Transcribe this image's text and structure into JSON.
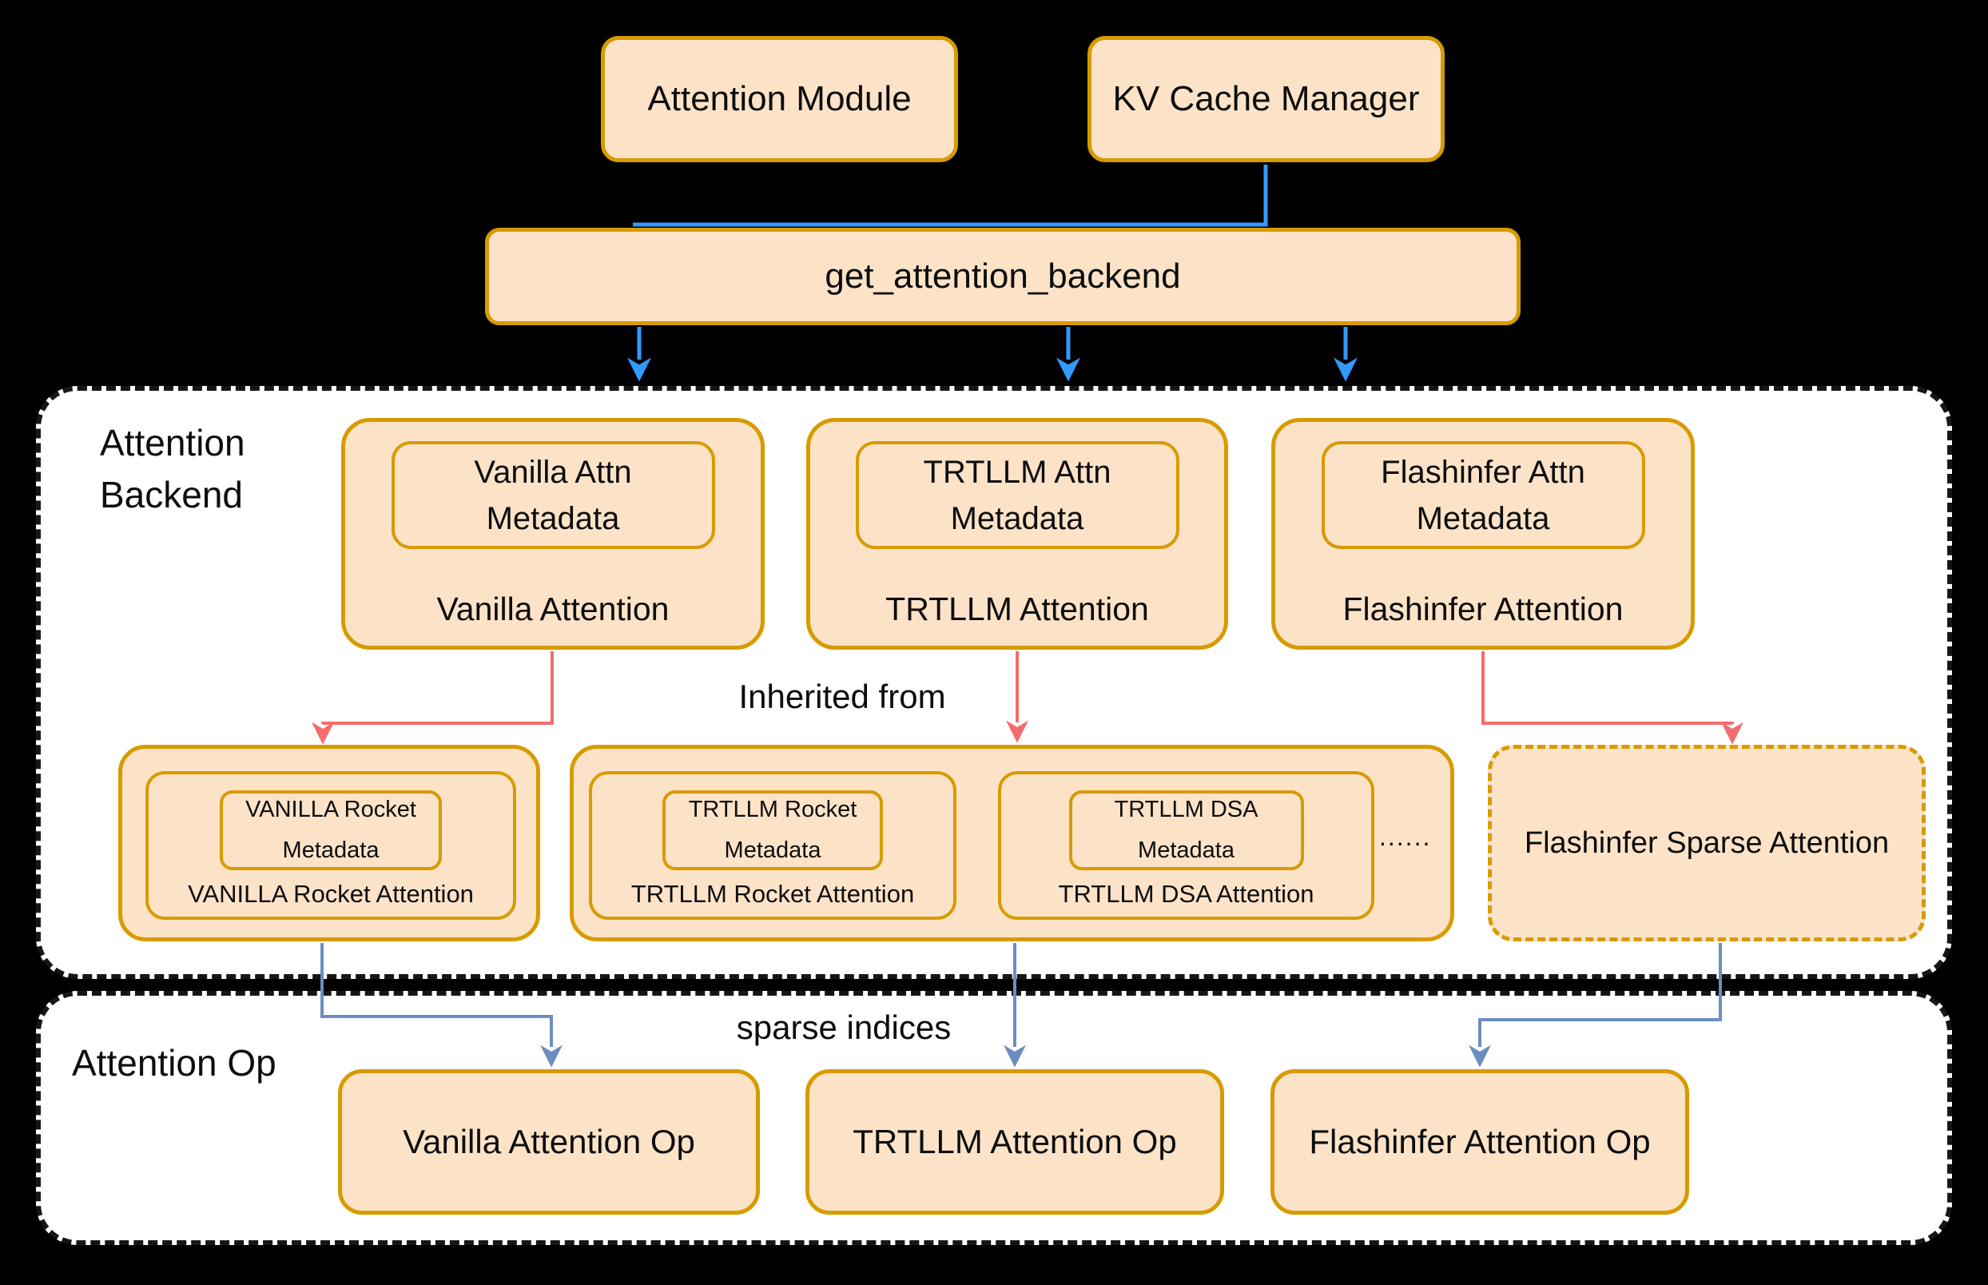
{
  "top": {
    "attention_module": "Attention Module",
    "kv_cache_manager": "KV Cache Manager",
    "get_attention_backend": "get_attention_backend"
  },
  "sections": {
    "backend_title": "Attention Backend",
    "op_title": "Attention Op"
  },
  "labels": {
    "inherited_from": "Inherited from",
    "sparse_indices": "sparse indices",
    "ellipsis": "......"
  },
  "backends": [
    {
      "metadata": "Vanilla Attn\nMetadata",
      "label": "Vanilla Attention"
    },
    {
      "metadata": "TRTLLM Attn\nMetadata",
      "label": "TRTLLM Attention"
    },
    {
      "metadata": "Flashinfer Attn\nMetadata",
      "label": "Flashinfer Attention"
    }
  ],
  "inherited": {
    "vanilla_rocket": {
      "metadata": "VANILLA Rocket\nMetadata",
      "label": "VANILLA Rocket Attention"
    },
    "trtllm_rocket": {
      "metadata": "TRTLLM Rocket\nMetadata",
      "label": "TRTLLM Rocket Attention"
    },
    "trtllm_dsa": {
      "metadata": "TRTLLM DSA\nMetadata",
      "label": "TRTLLM DSA Attention"
    },
    "flashinfer_sparse": {
      "label": "Flashinfer Sparse Attention"
    }
  },
  "ops": [
    {
      "label": "Vanilla Attention Op"
    },
    {
      "label": "TRTLLM Attention Op"
    },
    {
      "label": "Flashinfer Attention Op"
    }
  ],
  "colors": {
    "node_fill": "#FCE3C8",
    "node_stroke": "#D79B00",
    "arrow_blue": "#3399FF",
    "arrow_red": "#F56C6C",
    "arrow_slate": "#6C8EBF"
  }
}
